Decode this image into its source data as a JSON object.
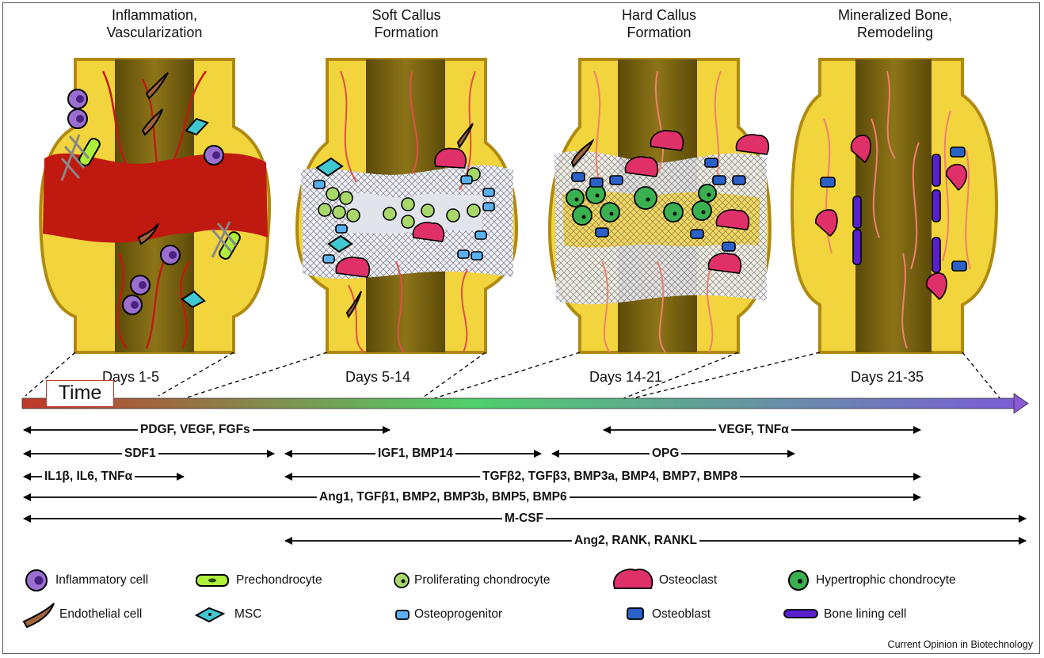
{
  "stages": [
    {
      "title_line1": "Inflammation,",
      "title_line2": "Vascularization",
      "days": "Days 1-5"
    },
    {
      "title_line1": "Soft Callus",
      "title_line2": "Formation",
      "days": "Days 5-14"
    },
    {
      "title_line1": "Hard Callus",
      "title_line2": "Formation",
      "days": "Days 14-21"
    },
    {
      "title_line1": "Mineralized Bone,",
      "title_line2": "Remodeling",
      "days": "Days 21-35"
    }
  ],
  "timeline": {
    "label": "Time",
    "gradient_colors": [
      "#c0392b",
      "#4fd06a",
      "#7a5cd6"
    ]
  },
  "factors": [
    {
      "label": "PDGF, VEGF, FGFs"
    },
    {
      "label": "VEGF, TNFα"
    },
    {
      "label": "SDF1"
    },
    {
      "label": "IGF1, BMP14"
    },
    {
      "label": "OPG"
    },
    {
      "label": "IL1β, IL6, TNFα"
    },
    {
      "label": "TGFβ2, TGFβ3, BMP3a, BMP4, BMP7, BMP8"
    },
    {
      "label": "Ang1, TGFβ1, BMP2, BMP3b, BMP5, BMP6"
    },
    {
      "label": "M-CSF"
    },
    {
      "label": "Ang2, RANK, RANKL"
    }
  ],
  "legend": [
    {
      "label": "Inflammatory cell",
      "icon": "inflammatory-cell-icon",
      "color": "#9b6fd0"
    },
    {
      "label": "Prechondrocyte",
      "icon": "prechondrocyte-icon",
      "color": "#aef03a"
    },
    {
      "label": "Proliferating chondrocyte",
      "icon": "proliferating-chondrocyte-icon",
      "color": "#a8d86a"
    },
    {
      "label": "Osteoclast",
      "icon": "osteoclast-icon",
      "color": "#e0306a"
    },
    {
      "label": "Hypertrophic chondrocyte",
      "icon": "hypertrophic-chondrocyte-icon",
      "color": "#3ab050"
    },
    {
      "label": "Endothelial cell",
      "icon": "endothelial-cell-icon",
      "color": "#a0643c"
    },
    {
      "label": "MSC",
      "icon": "msc-icon",
      "color": "#40c8d0"
    },
    {
      "label": "Osteoprogenitor",
      "icon": "osteoprogenitor-icon",
      "color": "#5ab0f0"
    },
    {
      "label": "Osteoblast",
      "icon": "osteoblast-icon",
      "color": "#2a60c8"
    },
    {
      "label": "Bone lining cell",
      "icon": "bone-lining-cell-icon",
      "color": "#5a20d0"
    }
  ],
  "source": "Current Opinion in Biotechnology"
}
